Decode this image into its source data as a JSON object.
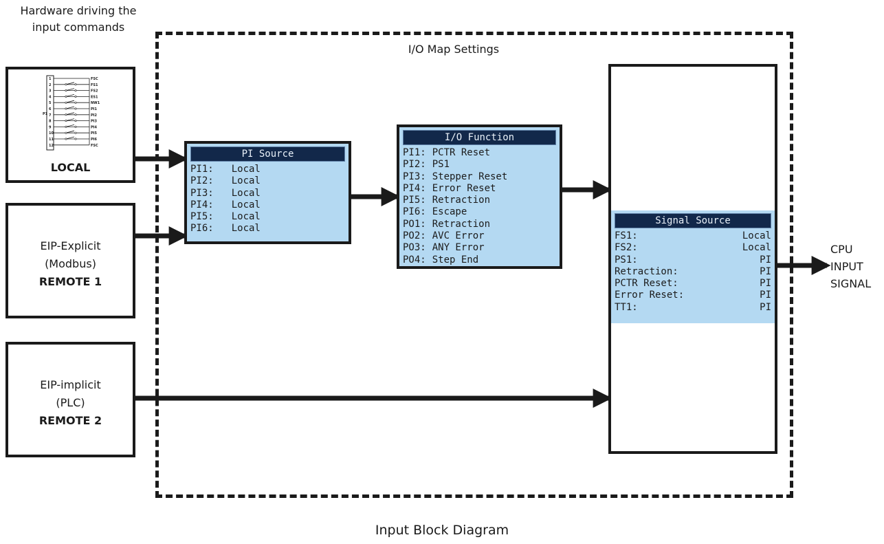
{
  "hardware_label": [
    "Hardware driving the",
    "input commands"
  ],
  "io_map_title": "I/O Map Settings",
  "footer_title": "Input Block Diagram",
  "local_box": {
    "label": "LOCAL",
    "connector_name": "P1",
    "pins": [
      "1",
      "2",
      "3",
      "4",
      "5",
      "6",
      "7",
      "8",
      "9",
      "10",
      "11",
      "12"
    ],
    "signals": [
      "FSC",
      "FS1",
      "FS2",
      "ES1",
      "NW1",
      "PI1",
      "PI2",
      "PI3",
      "PI4",
      "PI5",
      "PI6",
      "FSC"
    ]
  },
  "remote1_box": {
    "line1": "EIP-Explicit",
    "line2": "(Modbus)",
    "label": "REMOTE 1"
  },
  "remote2_box": {
    "line1": "EIP-implicit",
    "line2": "(PLC)",
    "label": "REMOTE 2"
  },
  "pi_source": {
    "title": "PI Source",
    "rows": [
      {
        "key": "PI1:",
        "value": "Local"
      },
      {
        "key": "PI2:",
        "value": "Local"
      },
      {
        "key": "PI3:",
        "value": "Local"
      },
      {
        "key": "PI4:",
        "value": "Local"
      },
      {
        "key": "PI5:",
        "value": "Local"
      },
      {
        "key": "PI6:",
        "value": "Local"
      }
    ]
  },
  "io_function": {
    "title": "I/O Function",
    "rows": [
      {
        "key": "PI1:",
        "value": "PCTR Reset"
      },
      {
        "key": "PI2:",
        "value": "PS1"
      },
      {
        "key": "PI3:",
        "value": "Stepper Reset"
      },
      {
        "key": "PI4:",
        "value": "Error Reset"
      },
      {
        "key": "PI5:",
        "value": "Retraction"
      },
      {
        "key": "PI6:",
        "value": "Escape"
      },
      {
        "key": "PO1:",
        "value": "Retraction"
      },
      {
        "key": "PO2:",
        "value": "AVC Error"
      },
      {
        "key": "PO3:",
        "value": "ANY Error"
      },
      {
        "key": "PO4:",
        "value": "Step End"
      }
    ]
  },
  "signal_source": {
    "title": "Signal Source",
    "rows": [
      {
        "key": "FS1:",
        "value": "Local"
      },
      {
        "key": "FS2:",
        "value": "Local"
      },
      {
        "key": "PS1:",
        "value": "PI"
      },
      {
        "key": "Retraction:",
        "value": "PI"
      },
      {
        "key": "PCTR Reset:",
        "value": "PI"
      },
      {
        "key": "Error Reset:",
        "value": "PI"
      },
      {
        "key": "TT1:",
        "value": "PI"
      }
    ]
  },
  "output_label": [
    "CPU",
    "INPUT",
    "SIGNAL"
  ],
  "colors": {
    "lcd_bg": "#b4d9f2",
    "lcd_title_bg": "#12284a",
    "stroke": "#1a1a1a"
  }
}
